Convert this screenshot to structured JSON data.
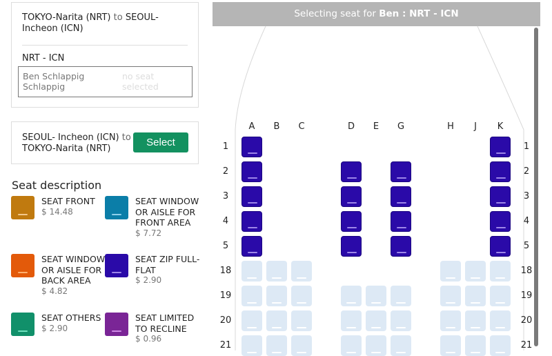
{
  "outbound": {
    "route_from": "TOKYO-Narita (NRT)",
    "route_to_word": "to",
    "route_to": "SEOUL-Incheon (ICN)",
    "segment": "NRT - ICN",
    "passenger": {
      "name": "Ben Schlappig Schlappig",
      "seat_status": "no seat selected"
    }
  },
  "return": {
    "route_from": "SEOUL- Incheon (ICN)",
    "route_to_word": "to",
    "route_to": "TOKYO-Narita (NRT)",
    "select_label": "Select"
  },
  "seat_description": {
    "title": "Seat description",
    "items": [
      {
        "name": "SEAT FRONT",
        "price": "$ 14.48",
        "color": "#c07a0f",
        "bar": "#f3c88c"
      },
      {
        "name": "SEAT WINDOW OR AISLE FOR FRONT AREA",
        "price": "$ 7.72",
        "color": "#0b7ea8",
        "bar": "#8fd0ea"
      },
      {
        "name": "SEAT WINDOW OR AISLE FOR BACK AREA",
        "price": "$ 4.82",
        "color": "#e35a0a",
        "bar": "#ffb170"
      },
      {
        "name": "SEAT ZIP FULL-FLAT",
        "price": "$ 2.90",
        "color": "#2a0aa8",
        "bar": "#9d86e8"
      },
      {
        "name": "SEAT OTHERS",
        "price": "$ 2.90",
        "color": "#11906a",
        "bar": "#6fe1bd"
      },
      {
        "name": "SEAT LIMITED TO RECLINE",
        "price": "$ 0.96",
        "color": "#7a2596",
        "bar": "#d08ae6"
      }
    ]
  },
  "seatmap": {
    "banner_prefix": "Selecting seat for",
    "banner_highlight": "Ben : NRT - ICN",
    "columns": [
      "A",
      "B",
      "C",
      "D",
      "E",
      "G",
      "H",
      "J",
      "K"
    ],
    "rows": [
      {
        "number": "1",
        "seats": [
          "zip",
          null,
          null,
          null,
          null,
          null,
          null,
          null,
          "zip"
        ]
      },
      {
        "number": "2",
        "seats": [
          "zip",
          null,
          null,
          "zip",
          null,
          "zip",
          null,
          null,
          "zip"
        ]
      },
      {
        "number": "3",
        "seats": [
          "zip",
          null,
          null,
          "zip",
          null,
          "zip",
          null,
          null,
          "zip"
        ]
      },
      {
        "number": "4",
        "seats": [
          "zip",
          null,
          null,
          "zip",
          null,
          "zip",
          null,
          null,
          "zip"
        ]
      },
      {
        "number": "5",
        "seats": [
          "zip",
          null,
          null,
          "zip",
          null,
          "zip",
          null,
          null,
          "zip"
        ]
      },
      {
        "number": "18",
        "seats": [
          "free",
          "free",
          "free",
          null,
          null,
          null,
          "free",
          "free",
          "free"
        ]
      },
      {
        "number": "19",
        "seats": [
          "free",
          "free",
          "free",
          "free",
          "free",
          "free",
          "free",
          "free",
          "free"
        ]
      },
      {
        "number": "20",
        "seats": [
          "free",
          "free",
          "free",
          "free",
          "free",
          "free",
          "free",
          "free",
          "free"
        ]
      },
      {
        "number": "21",
        "seats": [
          "free",
          "free",
          "free",
          "free",
          "free",
          "free",
          "free",
          "free",
          "free"
        ]
      }
    ]
  }
}
